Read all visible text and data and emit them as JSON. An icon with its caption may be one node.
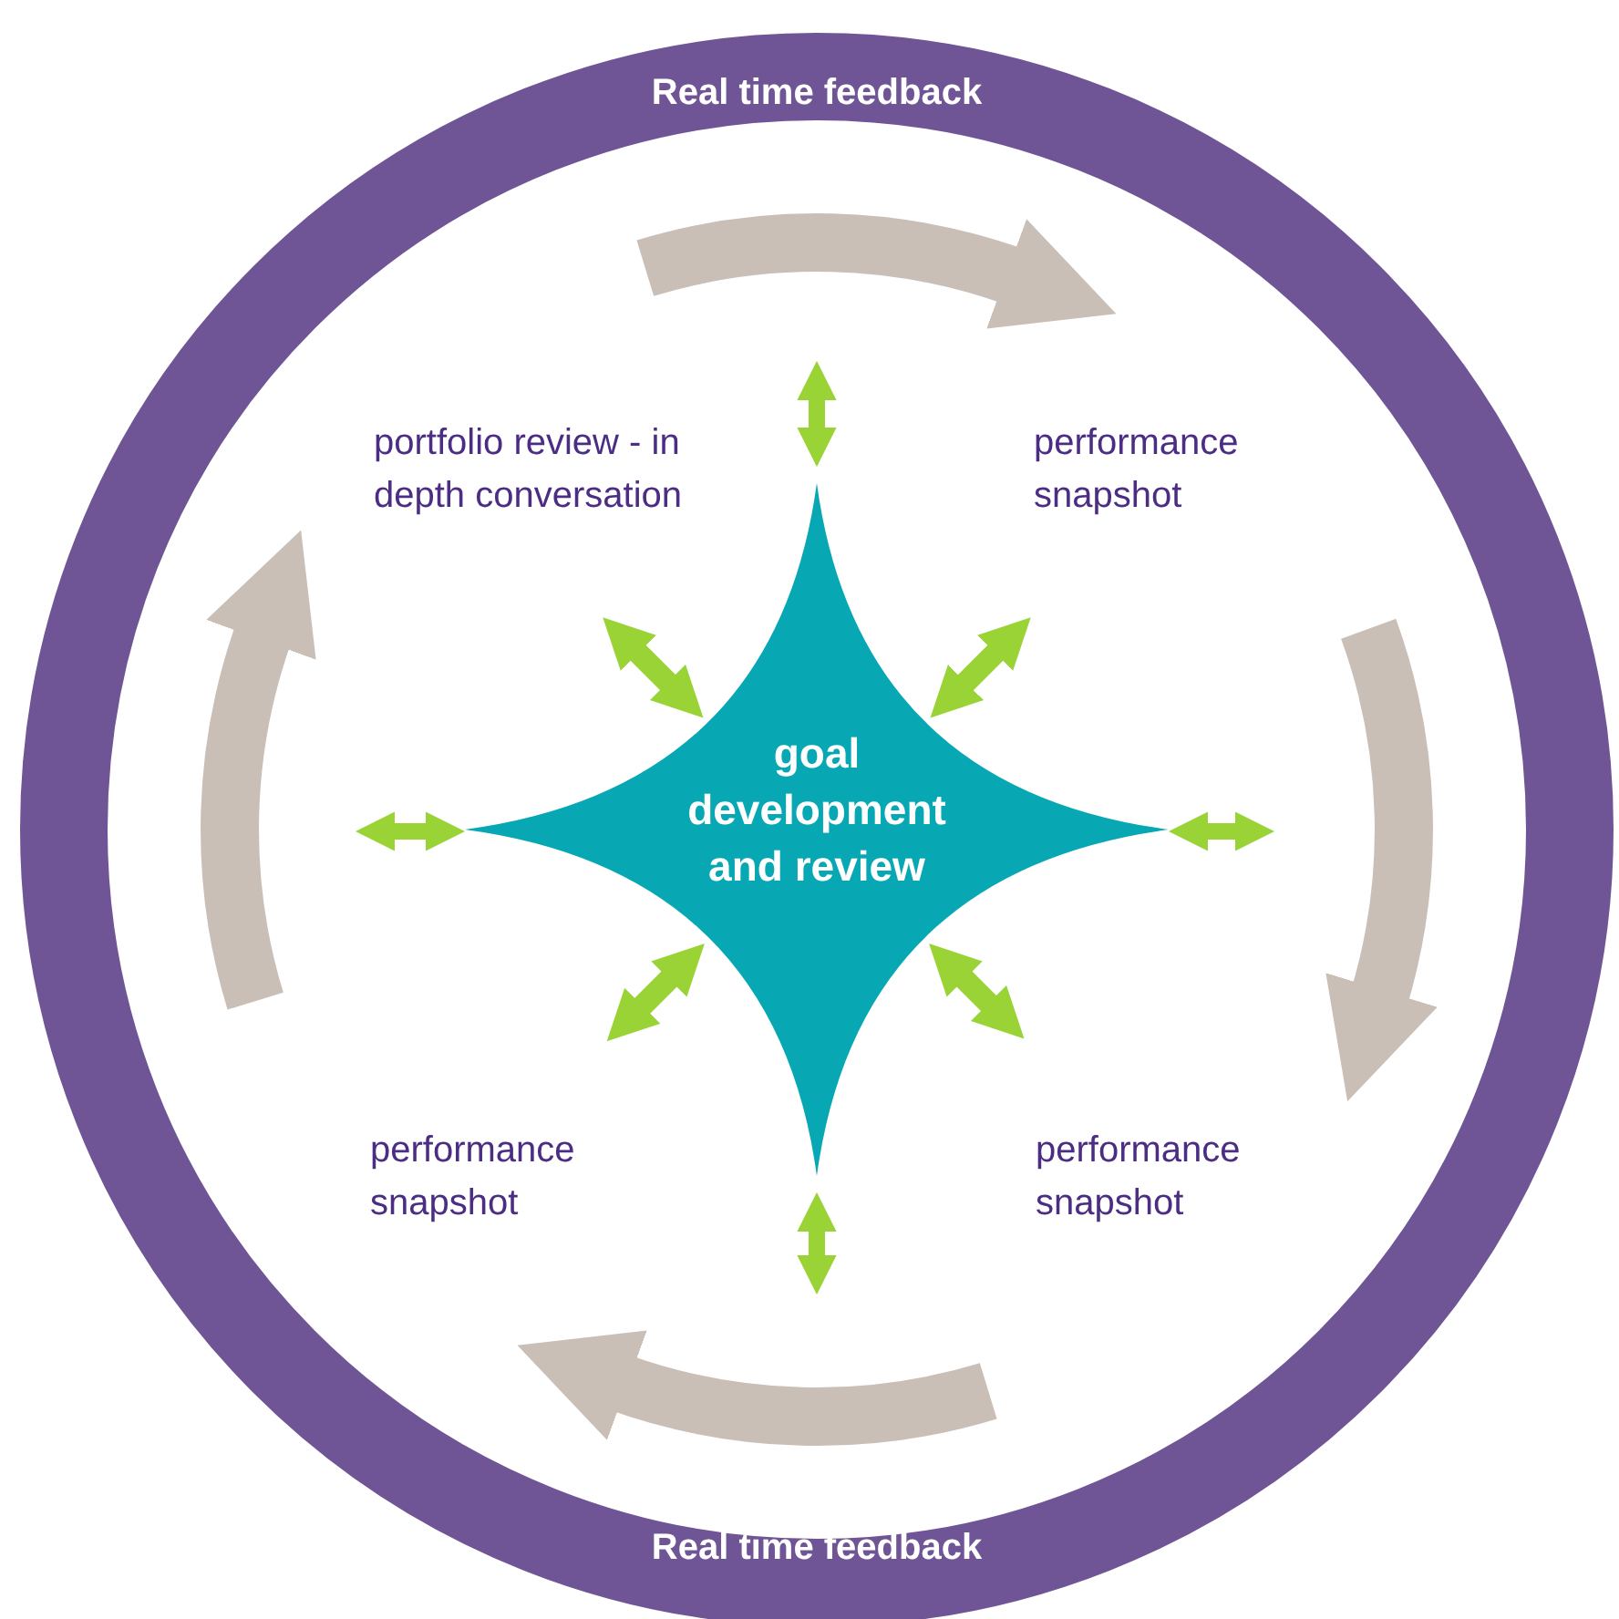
{
  "diagram": {
    "nodes": [
      {
        "text": [
          "Real time feedback",
          "Real time feedback"
        ]
      },
      {
        "text": [
          "goal development and review"
        ],
        "in": 0
      },
      {
        "text": [
          "portfolio review - in depth conversation"
        ],
        "in": 0
      },
      {
        "text": [
          "performance snapshot"
        ],
        "in": 0
      },
      {
        "text": [
          "performance snapshot"
        ],
        "in": 0
      },
      {
        "text": [
          "performance snapshot"
        ],
        "in": 0
      }
    ],
    "edges": [
      {
        "from": 1,
        "to": null,
        "arrow": "both"
      },
      {
        "from": 1,
        "to": null,
        "arrow": "both"
      },
      {
        "from": 1,
        "to": null,
        "arrow": "both"
      },
      {
        "from": 1,
        "to": null,
        "arrow": "both"
      },
      {
        "from": 1,
        "to": null,
        "arrow": "both"
      },
      {
        "from": 1,
        "to": null,
        "arrow": "both"
      },
      {
        "from": 1,
        "to": null,
        "arrow": "both"
      },
      {
        "from": 1,
        "to": null,
        "arrow": "both"
      }
    ]
  }
}
